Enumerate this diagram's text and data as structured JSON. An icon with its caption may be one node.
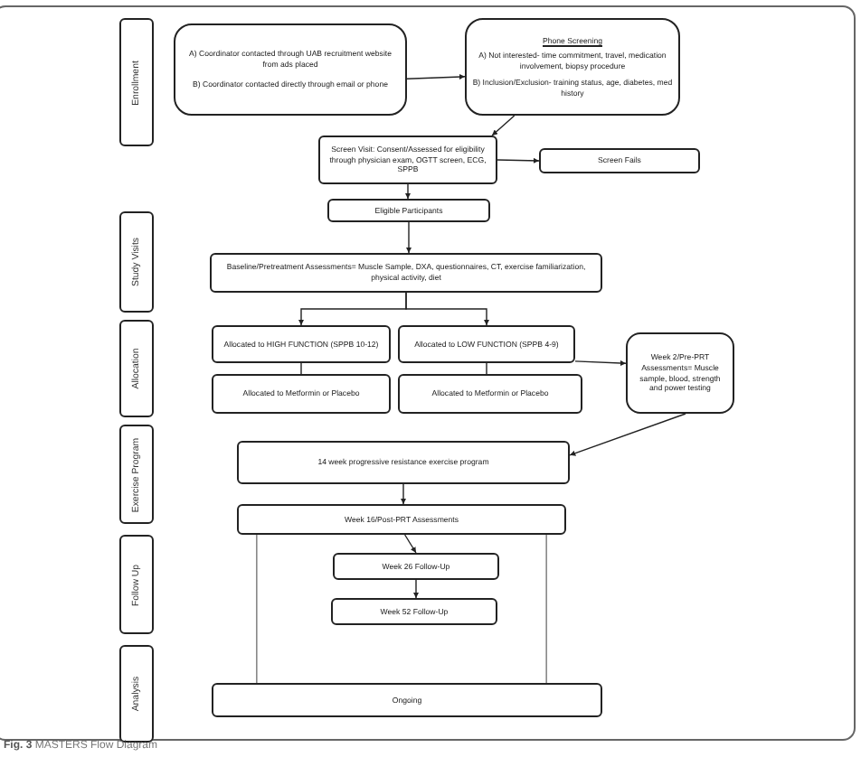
{
  "diagram": {
    "caption": "**Fig. 3** MASTERS Flow Diagram",
    "nodes": [
      {
        "text": [
          "Enrollment"
        ]
      },
      {
        "text": [
          "Study Visits"
        ]
      },
      {
        "text": [
          "Allocation"
        ]
      },
      {
        "text": [
          "Exercise Program"
        ]
      },
      {
        "text": [
          "Follow Up"
        ]
      },
      {
        "text": [
          "Analysis"
        ]
      },
      {
        "text": [
          "A) Coordinator contacted through UAB recruitment website from ads placed",
          "B) Coordinator contacted directly through email or phone"
        ]
      },
      {
        "text": [
          "Phone Screening",
          "A) Not interested- time commitment, travel, medication involvement, biopsy procedure",
          "B) Inclusion/Exclusion- training status, age, diabetes, med history"
        ]
      },
      {
        "text": [
          "Screen Visit: Consent/Assessed for eligibility through physician exam, OGTT screen, ECG, SPPB"
        ]
      },
      {
        "text": [
          "Screen Fails"
        ]
      },
      {
        "text": [
          "Eligible Participants"
        ]
      },
      {
        "text": [
          "Baseline/Pretreatment Assessments= Muscle Sample, DXA, questionnaires, CT, exercise familiarization, physical activity, diet"
        ]
      },
      {
        "text": [
          "Allocated to HIGH FUNCTION (SPPB 10-12)"
        ]
      },
      {
        "text": [
          "Allocated to LOW FUNCTION (SPPB 4-9)"
        ]
      },
      {
        "text": [
          "Allocated to Metformin or Placebo"
        ]
      },
      {
        "text": [
          "Allocated to Metformin or Placebo"
        ]
      },
      {
        "text": [
          "Week 2/Pre-PRT Assessments= Muscle sample, blood, strength and power testing"
        ]
      },
      {
        "text": [
          "14 week progressive resistance exercise program"
        ]
      },
      {
        "text": [
          "Week 16/Post-PRT Assessments"
        ]
      },
      {
        "text": [
          "Week 26 Follow-Up"
        ]
      },
      {
        "text": [
          "Week 52 Follow-Up"
        ]
      },
      {
        "text": [
          "Ongoing"
        ]
      }
    ],
    "edges": [
      {
        "from": 6,
        "to": 7,
        "arrow": "to"
      },
      {
        "from": 7,
        "to": 8,
        "arrow": "to"
      },
      {
        "from": 8,
        "to": 9,
        "arrow": "to"
      },
      {
        "from": 8,
        "to": 10,
        "arrow": "to"
      },
      {
        "from": 10,
        "to": 11,
        "arrow": "to"
      },
      {
        "from": 11,
        "to": 12,
        "arrow": "to"
      },
      {
        "from": 11,
        "to": 13,
        "arrow": "to"
      },
      {
        "from": 12,
        "to": 14,
        "arrow": "none"
      },
      {
        "from": 13,
        "to": 15,
        "arrow": "none"
      },
      {
        "from": 13,
        "to": 16,
        "arrow": "to"
      },
      {
        "from": 16,
        "to": 17,
        "arrow": "to"
      },
      {
        "from": 17,
        "to": 18,
        "arrow": "to"
      },
      {
        "from": 18,
        "to": 19,
        "arrow": "to"
      },
      {
        "from": 19,
        "to": 20,
        "arrow": "to"
      },
      {
        "from": 18,
        "to": 21,
        "arrow": "none"
      },
      {
        "from": 18,
        "to": 21,
        "arrow": "none"
      }
    ]
  }
}
